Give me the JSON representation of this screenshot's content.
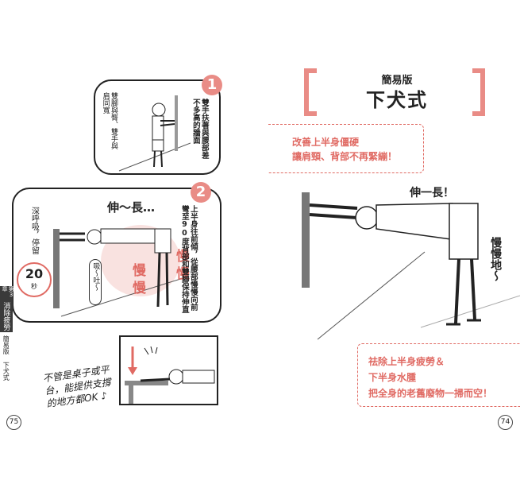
{
  "left_page": {
    "step1": {
      "number": "1",
      "instruction": "雙手扶著與腰部差不多高的牆面",
      "side_note": "雙腳與臀、雙手與肩同寬"
    },
    "step2": {
      "number": "2",
      "instruction": "上半身往前傾，從腰部慢慢向前彎至90度背部和雙腳保持伸直",
      "stretch_label": "伸～長…",
      "slow_label_a": "慢",
      "slow_label_b": "慢",
      "slow_label_c": "慢",
      "slow_label_d": "慢",
      "breath_note": "深呼吸，停留",
      "seconds_number": "20",
      "seconds_unit": "秒",
      "breath_bubble": "吸～吐～"
    },
    "tip_text": "不管是桌子或平台，能提供支撐的地方都OK ♪",
    "chapter_tab": {
      "chapter": "第3章",
      "title": "消除疲勞"
    },
    "running_head": "簡易版 下犬式",
    "page_number": "75"
  },
  "right_page": {
    "badge": "簡易版",
    "title": "下犬式",
    "benefit_top": [
      "改善上半身僵硬",
      "讓肩頸、背部不再緊繃！"
    ],
    "stretch_label": "伸一長！",
    "slow_label": "慢慢地～",
    "benefit_bottom": [
      "祛除上半身疲勞＆",
      "下半身水腫",
      "把全身的老舊廢物一掃而空！"
    ],
    "page_number": "74"
  },
  "colors": {
    "accent": "#e98c86",
    "accent_text": "#e06a63",
    "ink": "#222222",
    "chapter_tab_bg": "#3a3a3a"
  }
}
